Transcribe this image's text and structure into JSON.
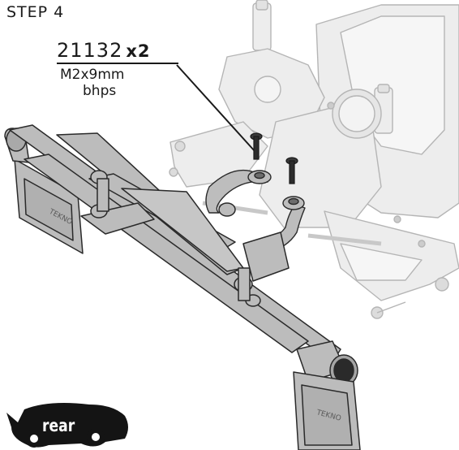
{
  "step": {
    "title": "STEP 4"
  },
  "part": {
    "number": "21132",
    "quantity": "x2",
    "size": "M2x9mm",
    "type": "bhps"
  },
  "view_badge": {
    "label": "rear"
  },
  "colors": {
    "ink": "#1a1a1a",
    "part_fill": "#bdbdbd",
    "chassis_fill": "#ececec",
    "chassis_stroke": "#b8b8b8"
  },
  "icons": {
    "car_silhouette": "rear-car-silhouette-icon",
    "screw": "screw-icon"
  }
}
